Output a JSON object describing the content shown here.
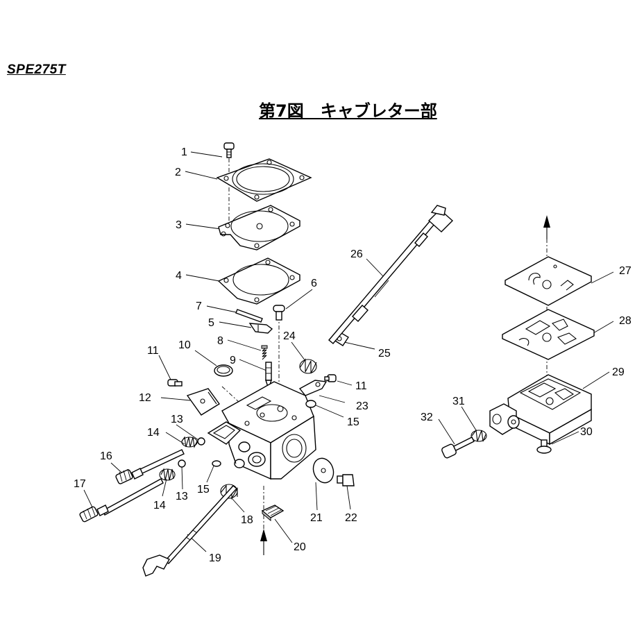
{
  "header": {
    "model": "SPE275T",
    "title": "第7図　キャブレター部"
  },
  "callouts": [
    {
      "id": "callout-1",
      "number": "1"
    },
    {
      "id": "callout-2",
      "number": "2"
    },
    {
      "id": "callout-3",
      "number": "3"
    },
    {
      "id": "callout-4",
      "number": "4"
    },
    {
      "id": "callout-5",
      "number": "5"
    },
    {
      "id": "callout-6",
      "number": "6"
    },
    {
      "id": "callout-7",
      "number": "7"
    },
    {
      "id": "callout-8",
      "number": "8"
    },
    {
      "id": "callout-9",
      "number": "9"
    },
    {
      "id": "callout-10",
      "number": "10"
    },
    {
      "id": "callout-11a",
      "number": "11"
    },
    {
      "id": "callout-11b",
      "number": "11"
    },
    {
      "id": "callout-12",
      "number": "12"
    },
    {
      "id": "callout-13a",
      "number": "13"
    },
    {
      "id": "callout-13b",
      "number": "13"
    },
    {
      "id": "callout-14a",
      "number": "14"
    },
    {
      "id": "callout-14b",
      "number": "14"
    },
    {
      "id": "callout-15a",
      "number": "15"
    },
    {
      "id": "callout-15b",
      "number": "15"
    },
    {
      "id": "callout-16",
      "number": "16"
    },
    {
      "id": "callout-17",
      "number": "17"
    },
    {
      "id": "callout-18",
      "number": "18"
    },
    {
      "id": "callout-19",
      "number": "19"
    },
    {
      "id": "callout-20",
      "number": "20"
    },
    {
      "id": "callout-21",
      "number": "21"
    },
    {
      "id": "callout-22",
      "number": "22"
    },
    {
      "id": "callout-23",
      "number": "23"
    },
    {
      "id": "callout-24",
      "number": "24"
    },
    {
      "id": "callout-25",
      "number": "25"
    },
    {
      "id": "callout-26",
      "number": "26"
    },
    {
      "id": "callout-27",
      "number": "27"
    },
    {
      "id": "callout-28",
      "number": "28"
    },
    {
      "id": "callout-29",
      "number": "29"
    },
    {
      "id": "callout-30",
      "number": "30"
    },
    {
      "id": "callout-31",
      "number": "31"
    },
    {
      "id": "callout-32",
      "number": "32"
    }
  ]
}
